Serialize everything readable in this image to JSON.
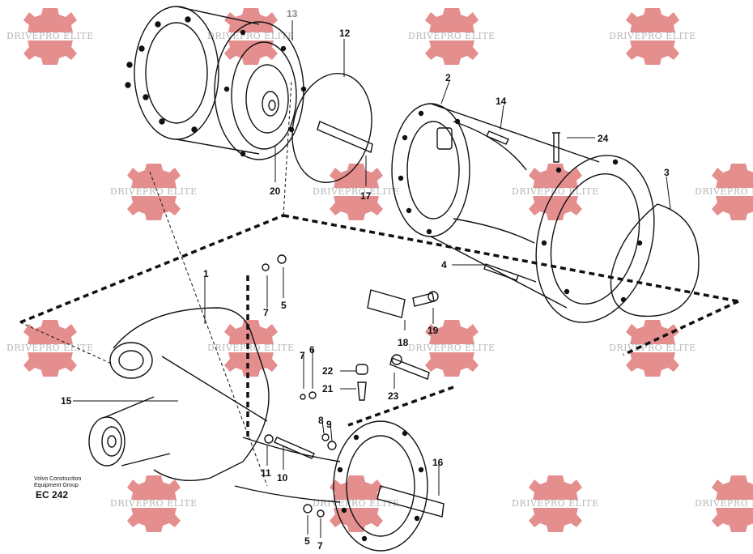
{
  "watermark": {
    "text": "DRIVEPRO ELITE",
    "gear_color": "#e07a7a"
  },
  "caption": {
    "line1": "Volvo Construction",
    "line2": "Equipment Group",
    "code": "EC 242"
  },
  "callouts": {
    "c1": "1",
    "c2": "2",
    "c3": "3",
    "c4": "4",
    "c5a": "5",
    "c5b": "5",
    "c6": "6",
    "c7a": "7",
    "c7b": "7",
    "c7c": "7",
    "c8": "8",
    "c9": "9",
    "c10": "10",
    "c11": "11",
    "c12": "12",
    "c13": "13",
    "c14": "14",
    "c15": "15",
    "c16": "16",
    "c17": "17",
    "c18": "18",
    "c19": "19",
    "c20": "20",
    "c21": "21",
    "c22": "22",
    "c23": "23",
    "c24": "24"
  }
}
